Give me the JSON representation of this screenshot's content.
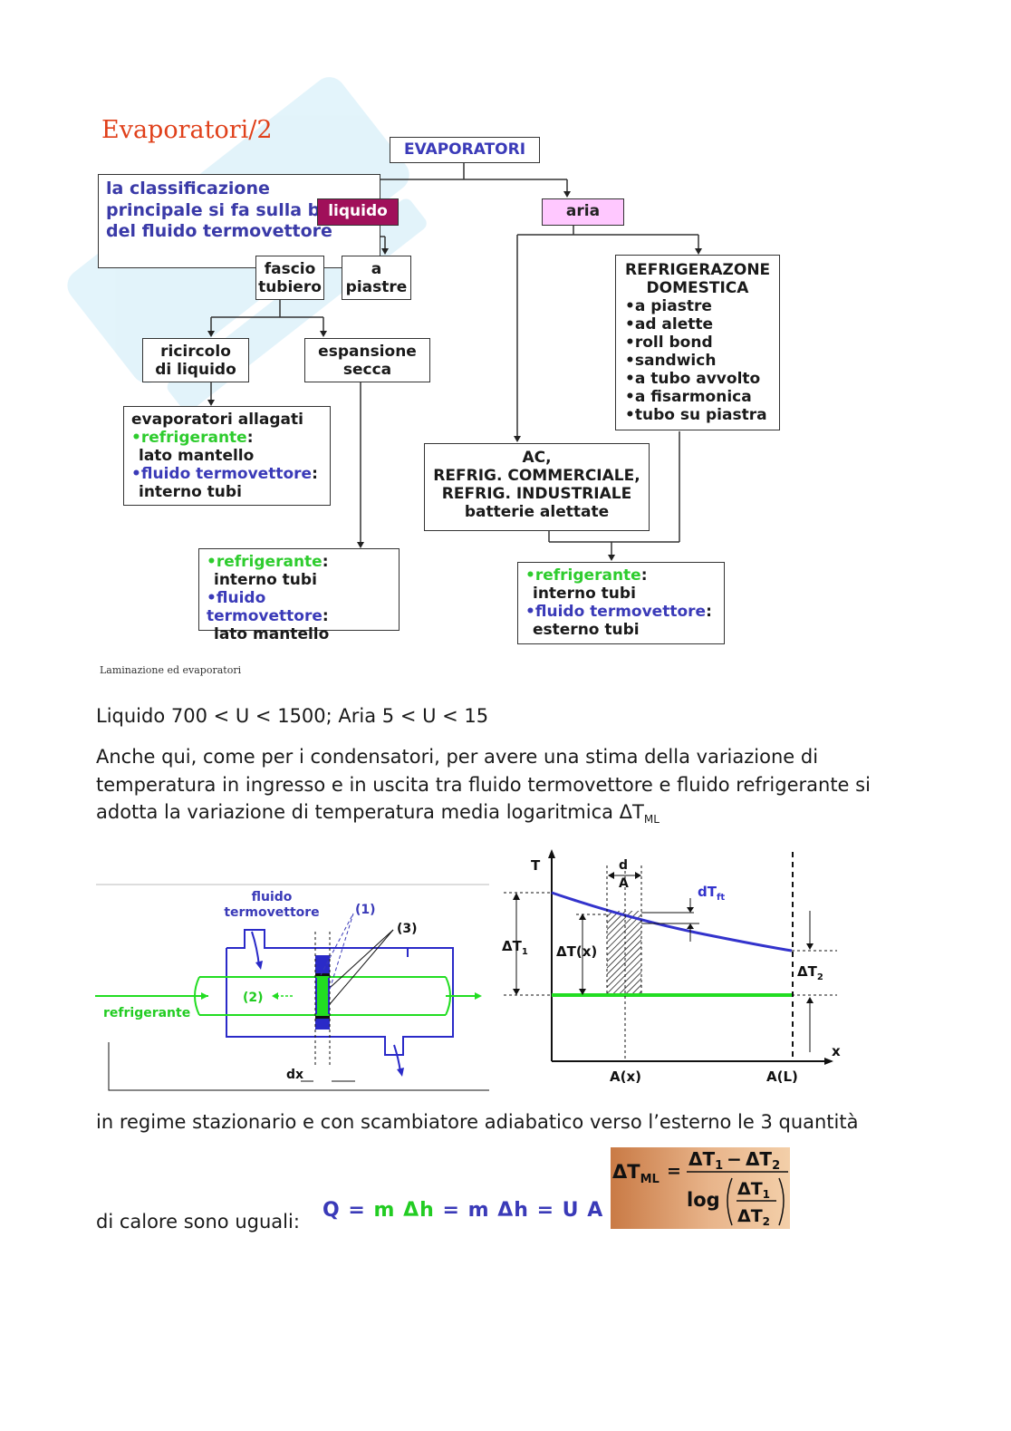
{
  "title": "Evaporatori/2",
  "tree": {
    "root": "EVAPORATORI",
    "intro": "la classificazione principale si fa sulla base del fluido termovettore",
    "liquido": "liquido",
    "aria": "aria",
    "fascio_1": "fascio",
    "fascio_2": "tubiero",
    "piastre_1": "a",
    "piastre_2": "piastre",
    "ricircolo_1": "ricircolo",
    "ricircolo_2": "di liquido",
    "espansione_1": "espansione",
    "espansione_2": "secca",
    "allagati_title": "evaporatori allagati",
    "allagati_refr": "•refrigerante",
    "allagati_refr_val": "lato mantello",
    "allagati_fluido": "•fluido termovettore",
    "allagati_fluido_val": "interno tubi",
    "secca_refr": "•refrigerante",
    "secca_refr_val": "interno tubi",
    "secca_fluido": "•fluido termovettore",
    "secca_fluido_val": "lato mantello",
    "domestica_1": "REFRIGERAZONE",
    "domestica_2": "DOMESTICA",
    "domestica_items": [
      "•a piastre",
      "•ad alette",
      "•roll bond",
      "•sandwich",
      "•a tubo avvolto",
      "•a fisarmonica",
      "•tubo su piastra"
    ],
    "commerciale_1": "AC,",
    "commerciale_2": "REFRIG. COMMERCIALE,",
    "commerciale_3": "REFRIG. INDUSTRIALE",
    "commerciale_4": "batterie alettate",
    "aria_refr": "•refrigerante",
    "aria_refr_val": "interno tubi",
    "aria_fluido": "•fluido termovettore",
    "aria_fluido_val": "esterno tubi",
    "colon": ":"
  },
  "caption": "Laminazione ed evaporatori",
  "text": {
    "range_line": "Liquido 700 < U < 1500; Aria 5 < U < 15",
    "para1": "Anche qui, come per i condensatori, per avere una stima della variazione di temperatura in ingresso e in uscita tra fluido termovettore e fluido refrigerante si adotta la variazione di temperatura media logaritmica ΔT",
    "para1_sub": "ML",
    "para2": "in regime stazionario e con scambiatore adiabatico verso l’esterno le 3 quantità",
    "para3": "di calore sono uguali:"
  },
  "formula": {
    "q": "Q",
    "eq": "=",
    "m": "m",
    "dh": "Δh",
    "u": "U",
    "a": "A",
    "dtml": "ΔT",
    "ml": "ML"
  },
  "lmtd": {
    "lhs": "ΔT",
    "lhs_sub": "ML",
    "eq": "=",
    "num": "ΔT",
    "num_1": "1",
    "minus": "−",
    "num_2": "2",
    "log": "log",
    "dt": "ΔT",
    "one": "1",
    "two": "2"
  },
  "exchanger": {
    "fluido_1": "fluido",
    "fluido_2": "termovettore",
    "refrigerante": "refrigerante",
    "label_1": "(1)",
    "label_2": "(2)",
    "label_3": "(3)",
    "dx": "dx"
  },
  "graph": {
    "t": "T",
    "x": "x",
    "d": "d",
    "a": "A",
    "dtft": "dT",
    "dtft_sub": "ft",
    "dt1": "ΔT",
    "dt1_sub": "1",
    "dt2": "ΔT",
    "dt2_sub": "2",
    "dtx": "ΔT(x)",
    "ax": "A(x)",
    "al": "A(L)"
  },
  "colors": {
    "title": "#e0401a",
    "blue": "#3a3ab8",
    "green": "#2ecc2e",
    "liquido_bg": "#a0105a",
    "aria_bg": "#ffc8ff"
  }
}
